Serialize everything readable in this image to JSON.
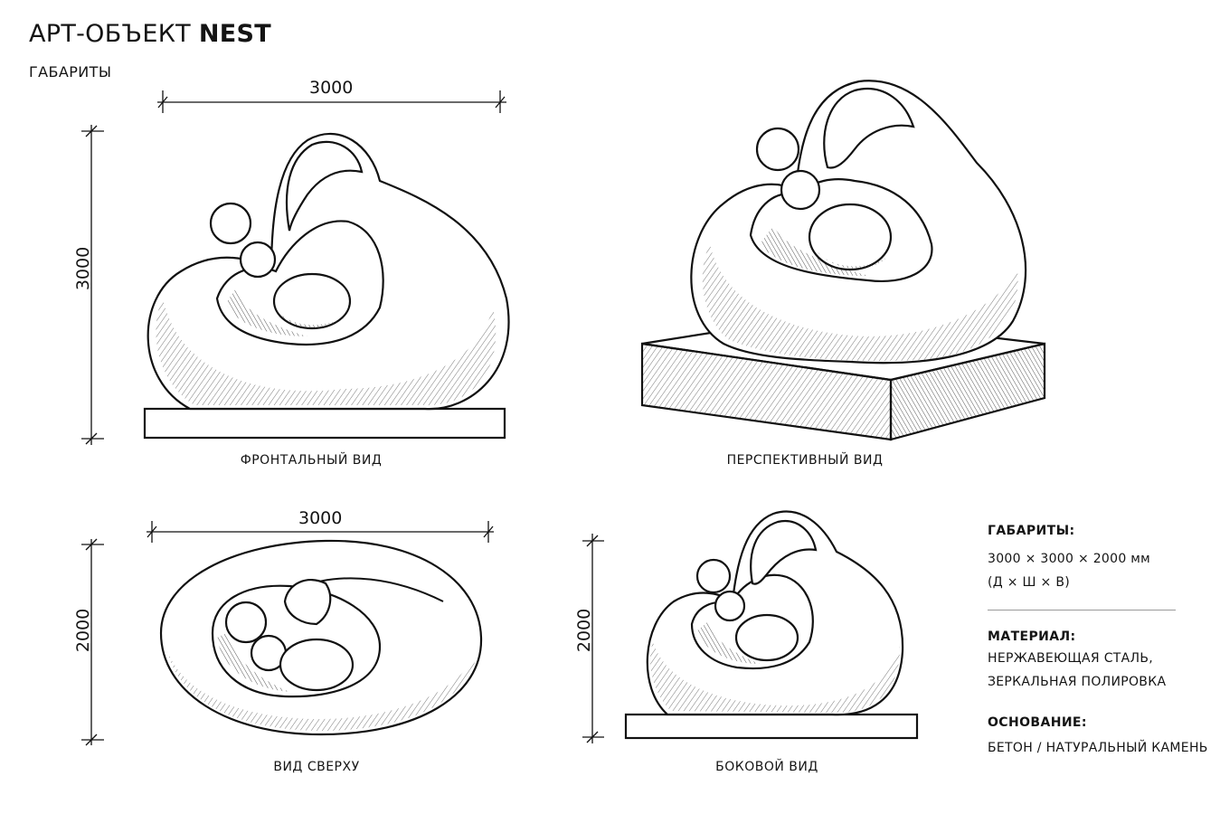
{
  "title_prefix": "АРТ-ОБЪЕКТ",
  "title_name": "NEST",
  "subtitle": "ГАБАРИТЫ",
  "views": {
    "front": {
      "caption": "ФРОНТАЛЬНЫЙ ВИД",
      "width_dim": "3000",
      "height_dim": "3000"
    },
    "perspective": {
      "caption": "ПЕРСПЕКТИВНЫЙ ВИД"
    },
    "top": {
      "caption": "ВИД СВЕРХУ",
      "width_dim": "3000",
      "height_dim": "2000"
    },
    "side": {
      "caption": "БОКОВОЙ ВИД",
      "height_dim": "2000"
    }
  },
  "specs": {
    "dimensions_heading": "ГАБАРИТЫ:",
    "dimensions_value": "3000 × 3000 × 2000 мм",
    "dimensions_axes": "(Д × Ш × В)",
    "material_heading": "МАТЕРИАЛ:",
    "material_line1": "НЕРЖАВЕЮЩАЯ СТАЛЬ,",
    "material_line2": "ЗЕРКАЛЬНАЯ ПОЛИРОВКА",
    "base_heading": "ОСНОВАНИЕ:",
    "base_value": "БЕТОН / НАТУРАЛЬНЫЙ КАМЕНЬ"
  }
}
